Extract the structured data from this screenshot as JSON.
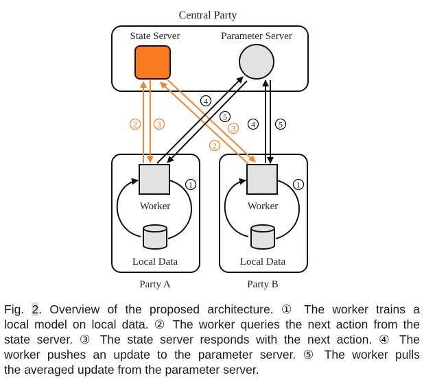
{
  "diagram": {
    "central_title": "Central Party",
    "state_server": "State Server",
    "parameter_server": "Parameter Server",
    "worker": "Worker",
    "local_data": "Local Data",
    "party_a": "Party A",
    "party_b": "Party B",
    "steps": {
      "one": "1",
      "two": "2",
      "three": "3",
      "four": "4",
      "five": "5"
    },
    "colors": {
      "orange": "#f7832a",
      "state_fill": "#f97a1f",
      "gray_fill": "#e2e2e0",
      "line": "#111111"
    }
  },
  "caption": {
    "fig_label": "Fig.",
    "fig_number": "2",
    "lines": [
      ". Overview of the proposed architecture. ① The worker trains a",
      "local model on local data. ② The worker queries the next action from the",
      "state server. ③ The state server responds with the next action. ④ The",
      "worker pushes an update to the parameter server. ⑤ The worker pulls",
      "the averaged update from the parameter server."
    ]
  }
}
